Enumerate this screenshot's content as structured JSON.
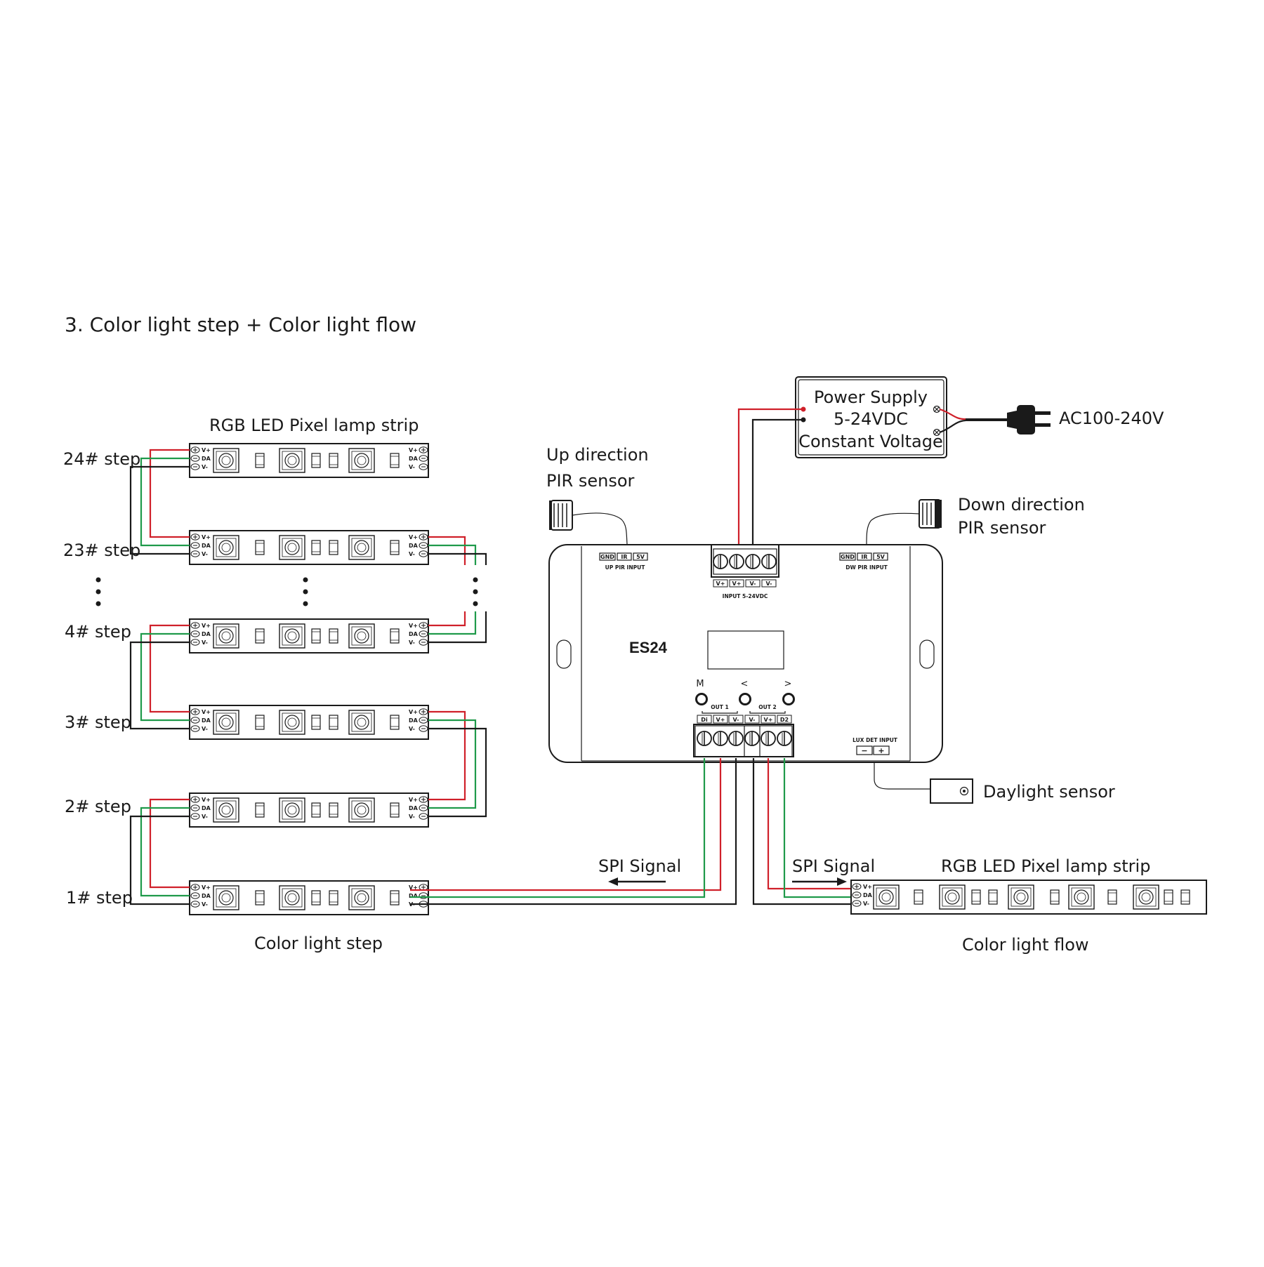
{
  "title": "3. Color light step + Color light flow",
  "left_strips": {
    "header": "RGB LED Pixel lamp strip",
    "footer": "Color light step",
    "steps": [
      "24# step",
      "23# step",
      "4# step",
      "3# step",
      "2# step",
      "1# step"
    ],
    "pin_labels": [
      "V+",
      "DA",
      "V-"
    ]
  },
  "right_strip": {
    "header": "RGB LED Pixel lamp strip",
    "footer": "Color light flow"
  },
  "power_supply": {
    "line1": "Power Supply",
    "line2": "5-24VDC",
    "line3": "Constant Voltage",
    "ac_label": "AC100-240V"
  },
  "controller": {
    "model": "ES24",
    "input_label": "INPUT 5-24VDC",
    "input_pins": [
      "V+",
      "V+",
      "V-",
      "V-"
    ],
    "up_pir_label": "UP PIR INPUT",
    "dw_pir_label": "DW PIR INPUT",
    "pir_pins": [
      "GND",
      "IR",
      "5V"
    ],
    "buttons": [
      "M",
      "<",
      ">"
    ],
    "out1_label": "OUT 1",
    "out2_label": "OUT 2",
    "out_pins": [
      "Di",
      "V+",
      "V-",
      "V-",
      "V+",
      "D2"
    ],
    "lux_label": "LUX DET INPUT",
    "lux_pins": [
      "−",
      "+"
    ]
  },
  "sensors": {
    "up_line1": "Up direction",
    "up_line2": "PIR sensor",
    "down_line1": "Down direction",
    "down_line2": "PIR sensor",
    "daylight": "Daylight sensor"
  },
  "signals": {
    "left": "SPI Signal",
    "right": "SPI Signal"
  },
  "colors": {
    "red": "#d0202a",
    "green": "#1f9a4a",
    "black": "#1a1a1a"
  }
}
